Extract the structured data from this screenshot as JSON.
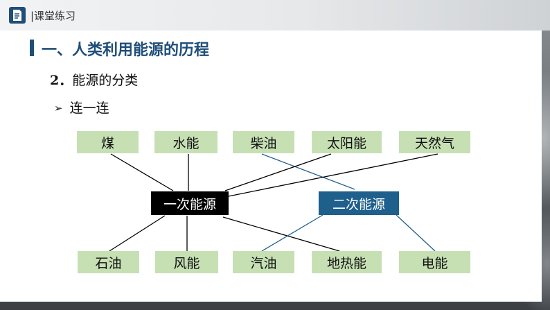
{
  "header": {
    "title": "|课堂练习"
  },
  "section": {
    "title": "一、人类利用能源的历程"
  },
  "subsection": {
    "number": "2．",
    "title": "能源的分类"
  },
  "bullet": {
    "text": "连一连"
  },
  "top_items": [
    "煤",
    "水能",
    "柴油",
    "太阳能",
    "天然气"
  ],
  "bottom_items": [
    "石油",
    "风能",
    "汽油",
    "地热能",
    "电能"
  ],
  "primary": {
    "label": "一次能源",
    "color": "#000000"
  },
  "secondary": {
    "label": "二次能源",
    "color": "#1f5f8b"
  },
  "colors": {
    "item_fill": "#c6e0b4",
    "accent": "#1f4e79",
    "line_black": "#000000",
    "line_blue": "#1f5f8b"
  },
  "connections": {
    "primary": [
      "煤",
      "水能",
      "太阳能",
      "天然气",
      "石油",
      "风能",
      "地热能"
    ],
    "secondary": [
      "柴油",
      "汽油",
      "电能"
    ]
  }
}
